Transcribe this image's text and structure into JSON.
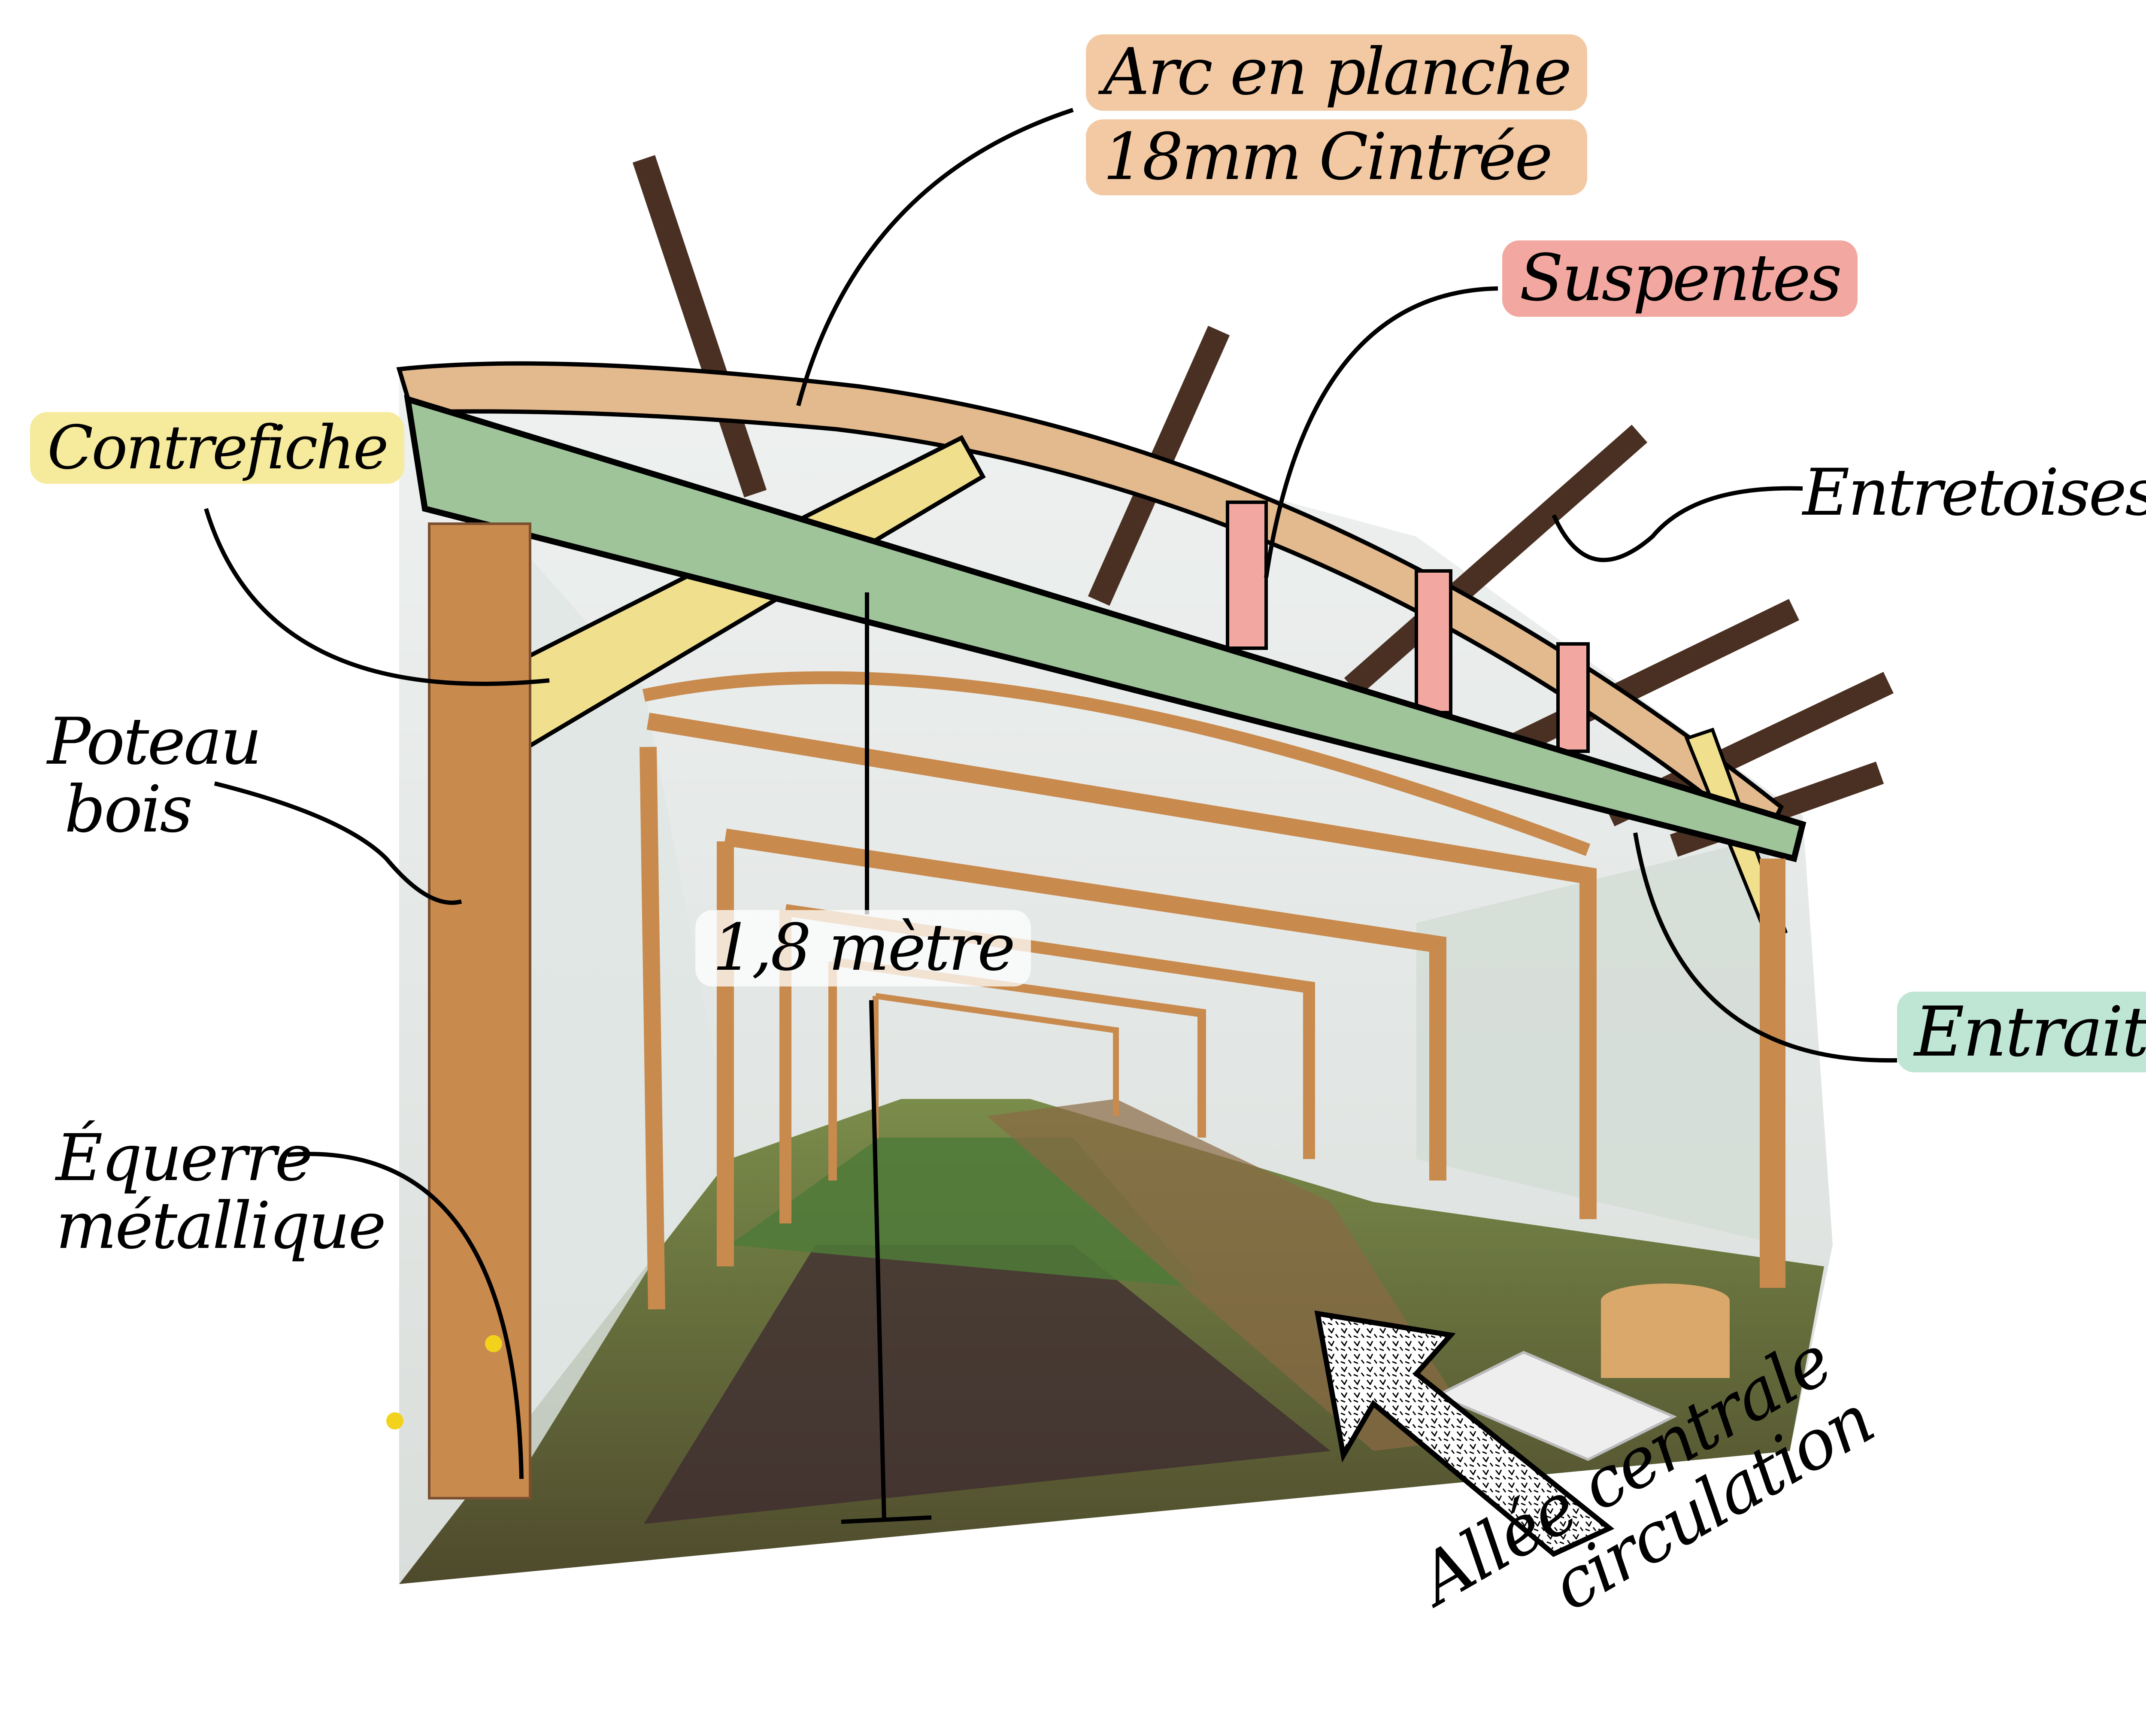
{
  "labels": {
    "arc": {
      "line1": "Arc en planche",
      "line2": "18mm Cintrée"
    },
    "suspentes": "Suspentes",
    "contrefiche": "Contrefiche",
    "entretoises": "Entretoises",
    "poteau": {
      "line1": "Poteau",
      "line2": "bois"
    },
    "entrait": "Entrait",
    "equerre": {
      "line1": "Équerre",
      "line2": "métallique"
    },
    "hauteur": "1,8 mètre",
    "allee": {
      "line1": "Allée centrale",
      "line2": "circulation"
    }
  },
  "colors": {
    "arc": "#f3c9a4",
    "suspentes": "#f2a8a0",
    "contrefiche": "#f6ea9c",
    "entrait": "#9fc49a",
    "entrait_label": "#bfe6d4",
    "wood": "#c98a4e"
  }
}
